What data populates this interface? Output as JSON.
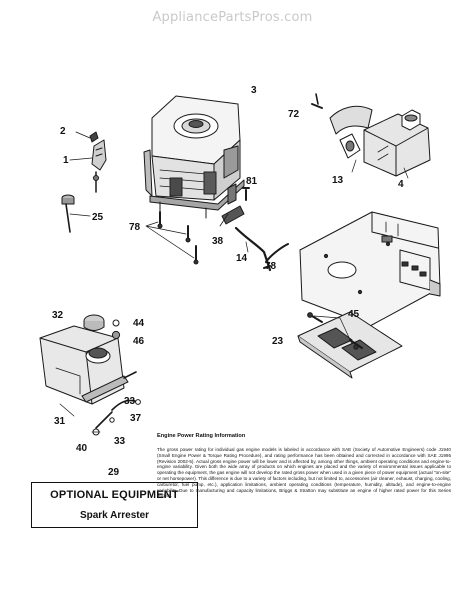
{
  "watermark": "AppliancePartsPros.com",
  "callouts": {
    "c3": "3",
    "c72": "72",
    "c2": "2",
    "c1": "1",
    "c81": "81",
    "c13": "13",
    "c4": "4",
    "c25": "25",
    "c78a": "78",
    "c38": "38",
    "c14": "14",
    "c78b": "78",
    "c32": "32",
    "c44": "44",
    "c46": "46",
    "c45": "45",
    "c23": "23",
    "c31": "31",
    "c33a": "33",
    "c37": "37",
    "c40": "40",
    "c33b": "33",
    "c29": "29"
  },
  "engine_power": {
    "title": "Engine Power Rating Information",
    "body": "The gross power rating for individual gas engine models is labeled in accordance with SAE (Society of Automotive Engineers) code J1940 (Small Engine Power & Torque Rating Procedure), and rating performance has been obtained and corrected in accordance with SAE J1995 (Revision 2002-5). Actual gross engine power will be lower and is affected by, among other things, ambient operating conditions and engine-to-engine variability. Given both the wide array of products on which engines are placed and the variety of environmental issues applicable to operating the equipment, the gas engine will not develop the rated gross power when used in a given piece of power equipment (actual \"on-site\" or net horsepower). This difference is due to a variety of factors including, but not limited to, accessories (air cleaner, exhaust, charging, cooling, carburetor, fuel pump, etc.), application limitations, ambient operating conditions (temperature, humidity, altitude), and engine-to-engine variability. Due to manufacturing and capacity limitations, Briggs & Stratton may substitute an engine of higher rated power for this Series engine."
  },
  "optional_equipment": {
    "title": "OPTIONAL EQUIPMENT",
    "item": "Spark Arrester"
  }
}
